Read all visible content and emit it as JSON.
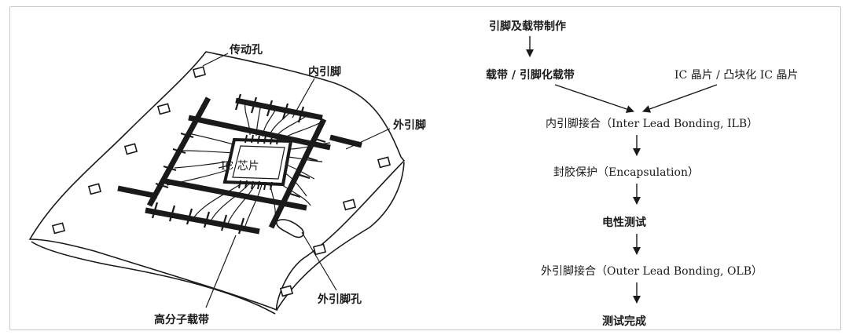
{
  "left_diagram": {
    "label_drive_hole": "传动孔",
    "label_inner_lead": "内引脚",
    "label_outer_lead": "外引脚",
    "label_ic_chip": "IC 芯片",
    "label_outer_lead_hole": "外引脚孔",
    "label_polymer_tape": "高分子载带"
  },
  "flow": {
    "step1": "引脚及载带制作",
    "step2a": "载带 / 引脚化载带",
    "step2b": "IC 晶片 / 凸块化 IC 晶片",
    "step3": "内引脚接合（Inter Lead Bonding, ILB）",
    "step4": "封胶保护（Encapsulation）",
    "step5": "电性测试",
    "step6": "外引脚接合（Outer Lead Bonding, OLB）",
    "step7": "测试完成"
  },
  "colors": {
    "ink": "#1a1a1a",
    "paper": "#ffffff",
    "border": "#c8c8c8"
  }
}
